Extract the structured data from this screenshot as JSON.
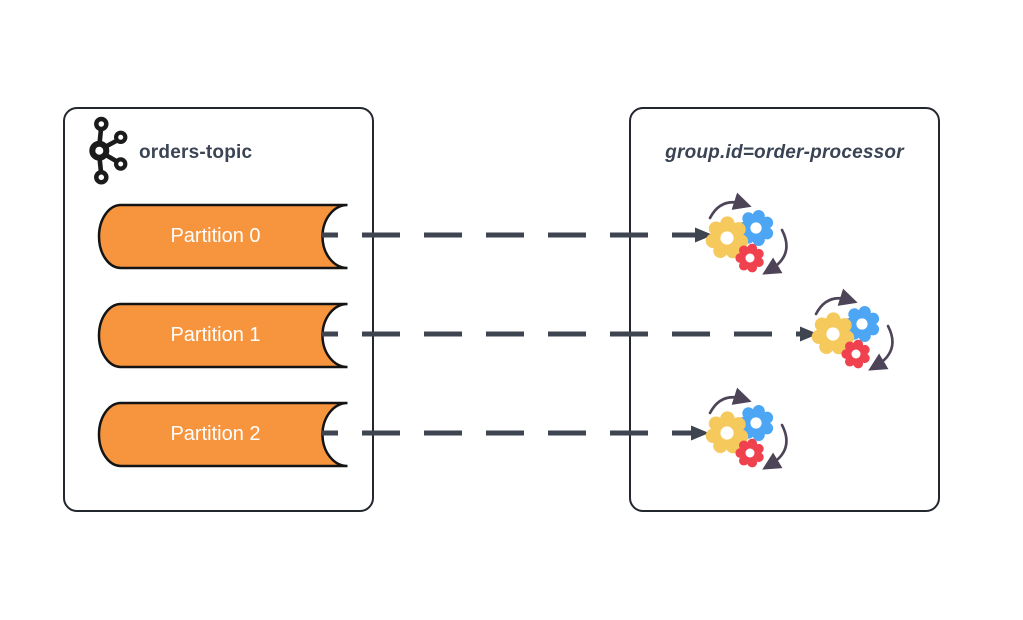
{
  "diagram": {
    "topic": {
      "icon": "kafka-logo-icon",
      "label": "orders-topic",
      "partitions": [
        "Partition 0",
        "Partition 1",
        "Partition 2"
      ]
    },
    "consumer_group": {
      "label": "group.id=order-processor",
      "consumer_icon": "gears-processing-icon",
      "consumer_count": 3
    },
    "connections": [
      {
        "from": "Partition 0",
        "to": "consumer-1",
        "style": "dashed-arrow"
      },
      {
        "from": "Partition 1",
        "to": "consumer-2",
        "style": "dashed-arrow"
      },
      {
        "from": "Partition 2",
        "to": "consumer-3",
        "style": "dashed-arrow"
      }
    ]
  },
  "colors": {
    "page_background": "#FFFFFF",
    "box_background": "#FFFFFF",
    "box_border": "#23272E",
    "partition_fill": "#F7953F",
    "partition_outline": "#141414",
    "partition_text": "#FFFFFF",
    "title_text": "#3A4454",
    "connection_arrow": "#3E4450",
    "gear_yellow": "#F6C95C",
    "gear_blue": "#4DA6F4",
    "gear_red": "#F0414F",
    "rotation_arrow": "#4E4458",
    "kafka_logo": "#1B1B1B"
  }
}
